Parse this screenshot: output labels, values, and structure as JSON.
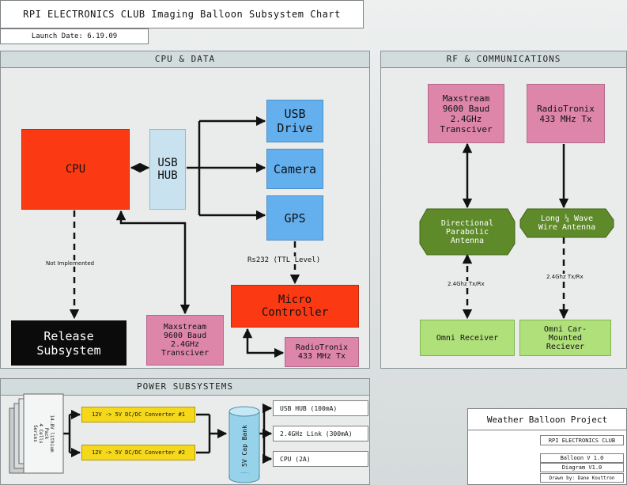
{
  "header": {
    "title": "RPI ELECTRONICS CLUB Imaging Balloon Subsystem Chart",
    "launch_date": "Launch Date: 6.19.09"
  },
  "cpu_panel": {
    "title": "CPU & DATA",
    "cpu": "CPU",
    "usb_hub": "USB\nHUB",
    "usb_drive": "USB\nDrive",
    "camera": "Camera",
    "gps": "GPS",
    "rs232_label": "Rs232 (TTL Level)",
    "micro_controller": "Micro\nController",
    "radiotronix": "RadioTronix\n433 MHz Tx",
    "maxstream": "Maxstream\n9600 Baud\n2.4GHz\nTransciver",
    "release": "Release\nSubsystem",
    "not_implemented": "Not Implemented"
  },
  "rf_panel": {
    "title": "RF & COMMUNICATIONS",
    "maxstream": "Maxstream\n9600 Baud\n2.4GHz\nTransciver",
    "radiotronix": "RadioTronix\n433 MHz Tx",
    "directional_antenna": "Directional\nParabolic\nAntenna",
    "wire_antenna": "Long ¼ Wave\nWire Antenna",
    "link_label_1": "2.4Ghz Tx/Rx",
    "link_label_2": "2.4Ghz Tx/Rx",
    "omni_receiver": "Omni Receiver",
    "omni_car_receiver": "Omni Car-\nMounted\nReciever"
  },
  "power_panel": {
    "title": "POWER SUBSYSTEMS",
    "battery": "14.8V lithium Pack\n4 Cells Series",
    "converter_1": "12V -> 5V DC/DC Converter #1",
    "converter_2": "12V -> 5V DC/DC Converter #2",
    "cap_bank": "5V Cap Bank",
    "outputs": [
      "USB HUB (100mA)",
      "2.4GHz Link (300mA)",
      "CPU (2A)"
    ]
  },
  "title_block": {
    "project": "Weather Balloon Project",
    "club": "RPI ELECTRONICS CLUB",
    "balloon_version": "Balloon V 1.0",
    "diagram_version": "Diagram V1.0",
    "drawn_by": "Drawn by: Dane Kouttron"
  },
  "colors": {
    "red": "#fb3a14",
    "blue": "#64b0ef",
    "pink": "#dd86aa",
    "olive_green": "#5e8a2a",
    "light_green": "#b0e07a",
    "yellow": "#f5d71b"
  }
}
